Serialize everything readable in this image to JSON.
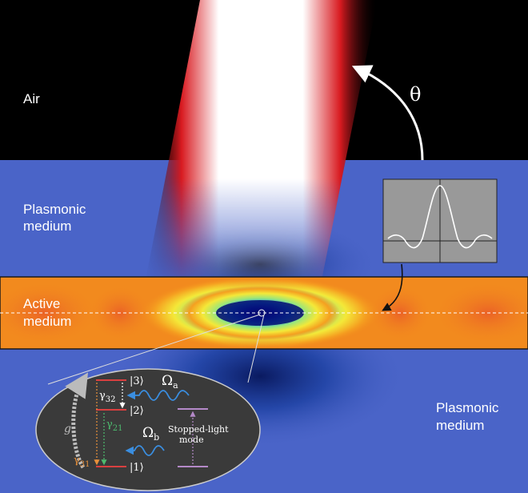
{
  "regions": {
    "air": "Air",
    "plasmonic_top_line1": "Plasmonic",
    "plasmonic_top_line2": "medium",
    "active_line1": "Active",
    "active_line2": "medium",
    "plasmonic_bottom_line1": "Plasmonic",
    "plasmonic_bottom_line2": "medium"
  },
  "angle_label": "θ",
  "inset": {
    "level3": "|3⟩",
    "level2": "|2⟩",
    "level1": "|1⟩",
    "gamma32_main": "γ",
    "gamma32_sub": "32",
    "gamma21_main": "γ",
    "gamma21_sub": "21",
    "gamma31_main": "γ",
    "gamma31_sub": "31",
    "omega_a_main": "Ω",
    "omega_a_sub": "a",
    "omega_b_main": "Ω",
    "omega_b_sub": "b",
    "pump_label": "g",
    "stopped_light_line1": "Stopped-light",
    "stopped_light_line2": "mode"
  },
  "colors": {
    "air": "#000000",
    "plasmonic": "#4a64c8",
    "active": "#f28a1e",
    "beam_core": "#ffffff",
    "beam_edge": "#d81a20",
    "inset_bg": "#3a3a3a",
    "gamma31": "#e8903a",
    "gamma21": "#4dbb6e",
    "wave": "#3a8ee0"
  }
}
